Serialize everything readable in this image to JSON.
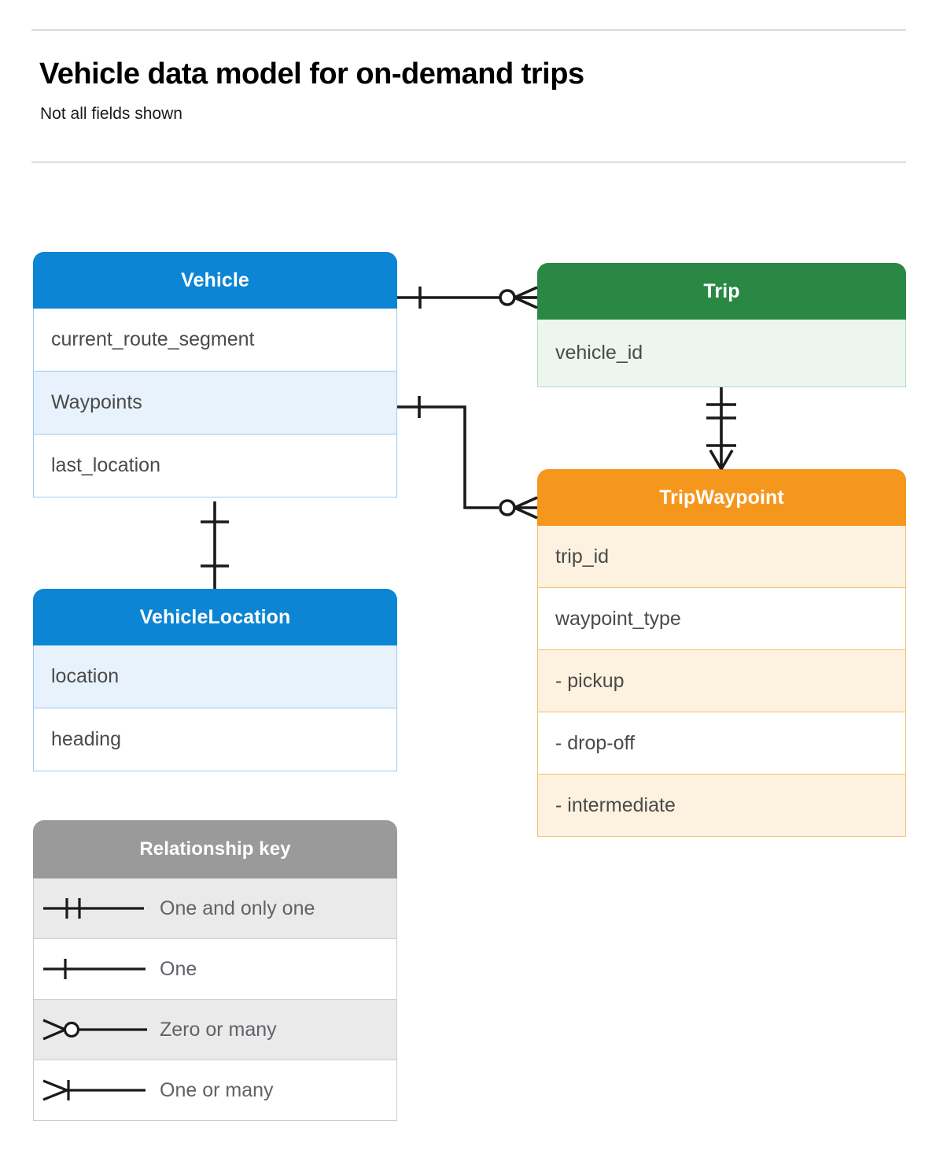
{
  "header": {
    "title": "Vehicle data model for on-demand trips",
    "subtitle": "Not all fields shown"
  },
  "colors": {
    "vehicle_accent": "#0b85d4",
    "trip_accent": "#2a8844",
    "tripwaypoint_accent": "#f6971d",
    "legend_accent": "#9a9a9a",
    "row_text": "#4a4a4a",
    "connector": "#1a1a1a"
  },
  "entities": [
    {
      "id": "vehicle",
      "title": "Vehicle",
      "accent": "#0b85d4",
      "fields": [
        "current_route_segment",
        "Waypoints",
        "last_location"
      ]
    },
    {
      "id": "vehiclelocation",
      "title": "VehicleLocation",
      "accent": "#0b85d4",
      "fields": [
        "location",
        "heading"
      ]
    },
    {
      "id": "trip",
      "title": "Trip",
      "accent": "#2a8844",
      "fields": [
        "vehicle_id"
      ]
    },
    {
      "id": "tripwaypoint",
      "title": "TripWaypoint",
      "accent": "#f6971d",
      "fields": [
        "trip_id",
        "waypoint_type",
        "-  pickup",
        "-  drop-off",
        "-  intermediate"
      ]
    }
  ],
  "legend": {
    "title": "Relationship key",
    "rows": [
      {
        "symbol": "one-and-only-one-icon",
        "label": "One and only one"
      },
      {
        "symbol": "one-icon",
        "label": "One"
      },
      {
        "symbol": "zero-or-many-icon",
        "label": "Zero or many"
      },
      {
        "symbol": "one-or-many-icon",
        "label": "One or many"
      }
    ]
  },
  "relationships": [
    {
      "from": "Vehicle",
      "to": "Trip",
      "from_cardinality": "One",
      "to_cardinality": "Zero or many"
    },
    {
      "from": "Vehicle.Waypoints",
      "to": "TripWaypoint",
      "from_cardinality": "One",
      "to_cardinality": "Zero or many"
    },
    {
      "from": "Trip",
      "to": "TripWaypoint",
      "from_cardinality": "One and only one",
      "to_cardinality": "One or many"
    },
    {
      "from": "Vehicle",
      "to": "VehicleLocation",
      "from_cardinality": "One",
      "to_cardinality": "One"
    }
  ]
}
